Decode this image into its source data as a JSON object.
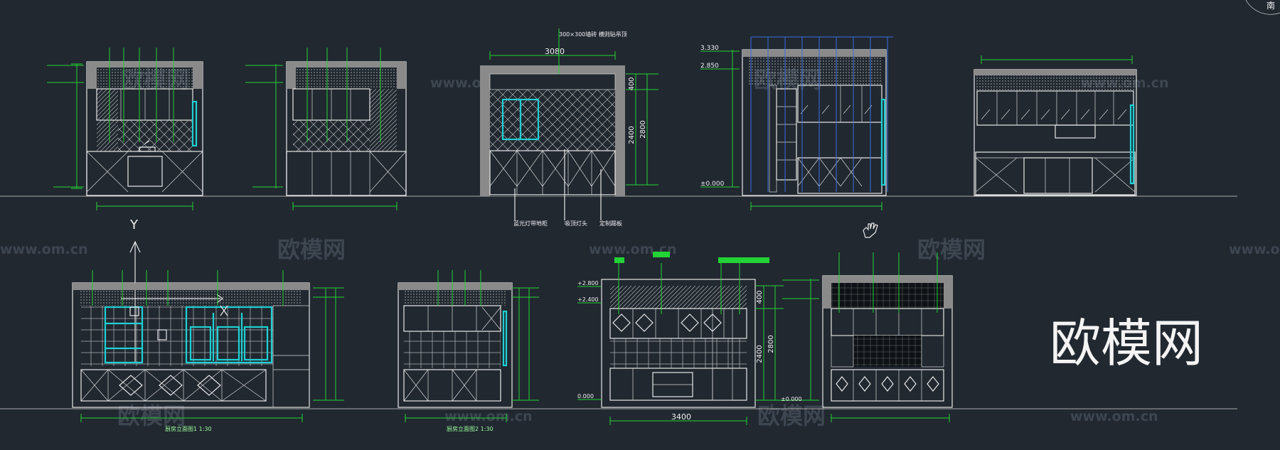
{
  "brand_text": "欧模网",
  "watermark_url": "www.om.cn",
  "corner_text": "南",
  "axis_label": "Y",
  "dims": {
    "d3080": "3080",
    "d3400": "3400",
    "d2400a": "2400",
    "d2800a": "2800",
    "d2400b": "2400",
    "d2800b": "2800",
    "d400a": "400",
    "d400b": "400",
    "elev_3330": "3.330",
    "elev_2850": "2.850",
    "elev_0000": "±0.000",
    "elev_2800": "+2.800",
    "elev_2400": "+2.400",
    "elev_0000b": "±0.000",
    "elev_0000c": "0.000"
  },
  "notes": {
    "top_center": "300×300墙砖 横则贴吊顶",
    "callout_1": "蓝光灯带地柜",
    "callout_2": "吸顶灯头",
    "callout_3": "定制踢板"
  },
  "captions": {
    "cap1": "厨房立面图1  1:30",
    "cap2": "厨房立面图2  1:30"
  },
  "colors": {
    "background": "#212830",
    "line": "#e8e8e8",
    "dimension": "#22d335",
    "window": "#1fd0d4",
    "accent": "#3a6fe0"
  }
}
